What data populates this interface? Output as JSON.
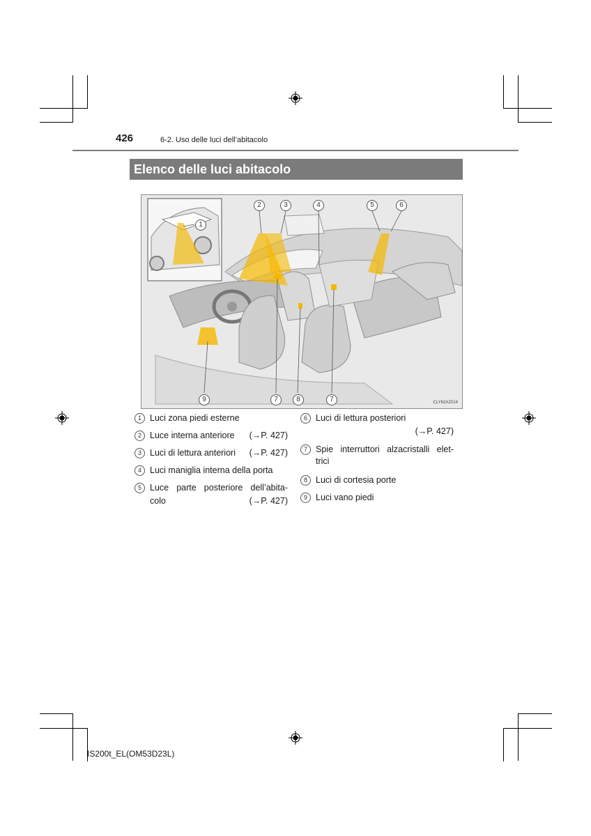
{
  "header": {
    "page_number": "426",
    "section": "6-2. Uso delle luci dell’abitacolo"
  },
  "title": "Elenco delle luci abitacolo",
  "figure": {
    "code": "CLY62AZ014",
    "callouts": [
      "1",
      "2",
      "3",
      "4",
      "5",
      "6",
      "7",
      "8",
      "9"
    ]
  },
  "items_left": [
    {
      "num": "1",
      "text": "Luci zona piedi esterne"
    },
    {
      "num": "2",
      "text": "Luce interna anteriore",
      "ref": "(→P. 427)"
    },
    {
      "num": "3",
      "text": "Luci di lettura anteriori",
      "ref": "(→P. 427)"
    },
    {
      "num": "4",
      "text": "Luci maniglia interna della porta"
    },
    {
      "num": "5",
      "text_line1": "Luce parte posteriore dell’abita-",
      "text_line2": "colo",
      "ref": "(→P. 427)"
    }
  ],
  "items_right": [
    {
      "num": "6",
      "text": "Luci di lettura posteriori",
      "ref": "(→P. 427)"
    },
    {
      "num": "7",
      "text_line1": "Spie interruttori alzacristalli elet-",
      "text_line2": "trici"
    },
    {
      "num": "8",
      "text": "Luci di cortesia porte"
    },
    {
      "num": "9",
      "text": "Luci vano piedi"
    }
  ],
  "footer": {
    "code": "IS200t_EL(OM53D23L)"
  }
}
